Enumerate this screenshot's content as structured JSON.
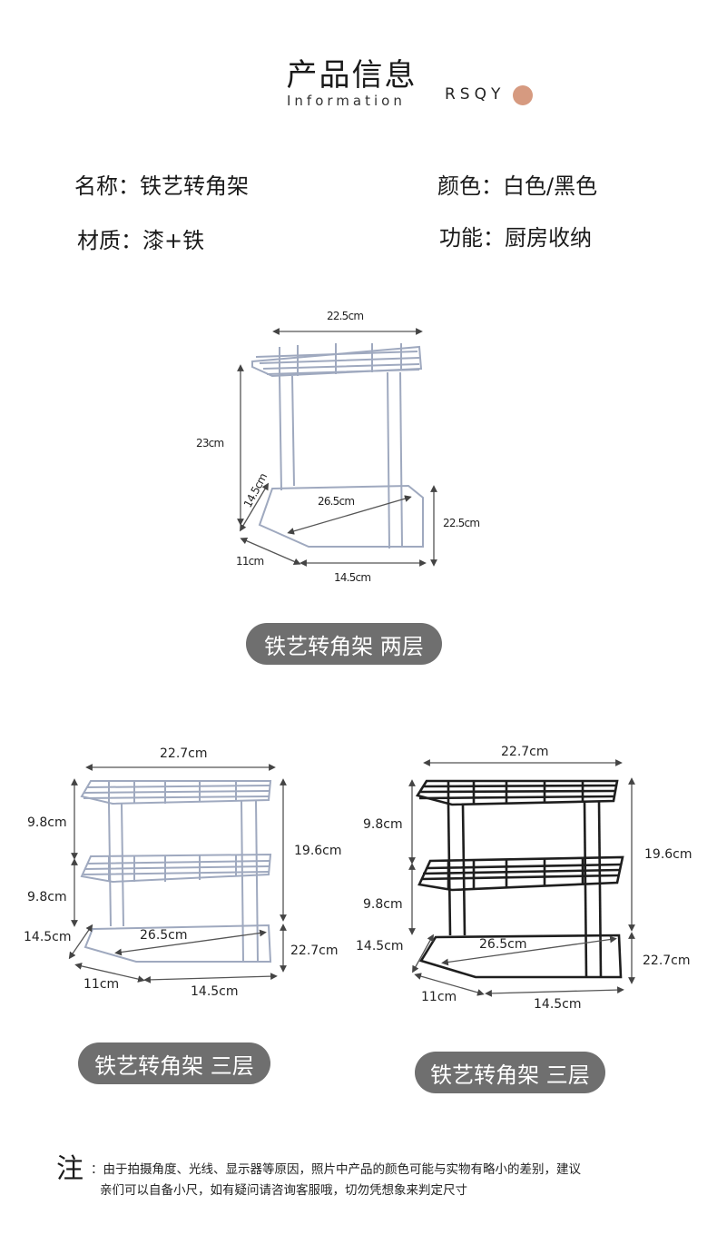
{
  "header": {
    "title": "产品信息",
    "subtitle": "Information",
    "brand": "RSQY",
    "brand_dot_color": "#d69a80"
  },
  "specs": {
    "name": "名称：铁艺转角架",
    "color": "颜色：白色/黑色",
    "material": "材质：漆+铁",
    "function": "功能：厨房收纳"
  },
  "two_tier": {
    "label": "铁艺转角架 两层",
    "dims": {
      "top_width": "22.5cm",
      "height": "23cm",
      "side_depth": "14.5cm",
      "diagonal": "26.5cm",
      "right_depth": "22.5cm",
      "front_edge": "11cm",
      "bottom_edge": "14.5cm"
    }
  },
  "three_tier_white": {
    "label": "铁艺转角架 三层",
    "dims": {
      "top_width": "22.7cm",
      "upper_gap": "9.8cm",
      "lower_gap": "9.8cm",
      "total_height": "19.6cm",
      "side_depth": "14.5cm",
      "diagonal": "26.5cm",
      "right_depth": "22.7cm",
      "front_edge": "11cm",
      "bottom_edge": "14.5cm"
    }
  },
  "three_tier_black": {
    "label": "铁艺转角架 三层",
    "dims": {
      "top_width": "22.7cm",
      "upper_gap": "9.8cm",
      "lower_gap": "9.8cm",
      "total_height": "19.6cm",
      "side_depth": "14.5cm",
      "diagonal": "26.5cm",
      "right_depth": "22.7cm",
      "front_edge": "11cm",
      "bottom_edge": "14.5cm"
    }
  },
  "colors": {
    "pill_bg": "#6f6f6f",
    "white_wire": "#9fa9bf",
    "black_wire": "#1e1e1e",
    "dimension_line": "#555555"
  },
  "note": {
    "mark": "注",
    "line1": "：由于拍摄角度、光线、显示器等原因，照片中产品的颜色可能与实物有略小的差别，建议",
    "line2": "亲们可以自备小尺，如有疑问请咨询客服哦，切勿凭想象来判定尺寸"
  }
}
